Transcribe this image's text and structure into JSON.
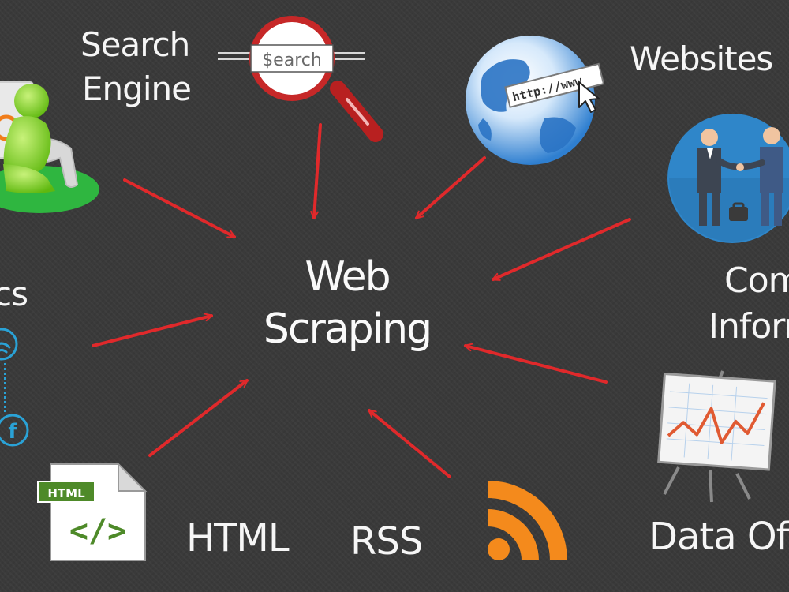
{
  "center": {
    "line1": "Web",
    "line2": "Scraping"
  },
  "labels": {
    "search_engine_line1": "Search",
    "search_engine_line2": "Engine",
    "websites": "Websites",
    "company_line1": "Comp",
    "company_line2": "Inform",
    "left_cut": "cs",
    "html": "HTML",
    "rss": "RSS",
    "data_of": "Data Of Ch"
  },
  "icons": {
    "search_text": "$earch",
    "browser_url": "http://www",
    "html_file_tag": "HTML",
    "html_file_code": "</>"
  },
  "colors": {
    "background": "#3a3a3a",
    "arrow": "#e0292b",
    "chalk": "#f6f6f6",
    "rss_orange": "#f48a1c",
    "globe_blue": "#2f7fd0",
    "user_green": "#7fd321"
  }
}
